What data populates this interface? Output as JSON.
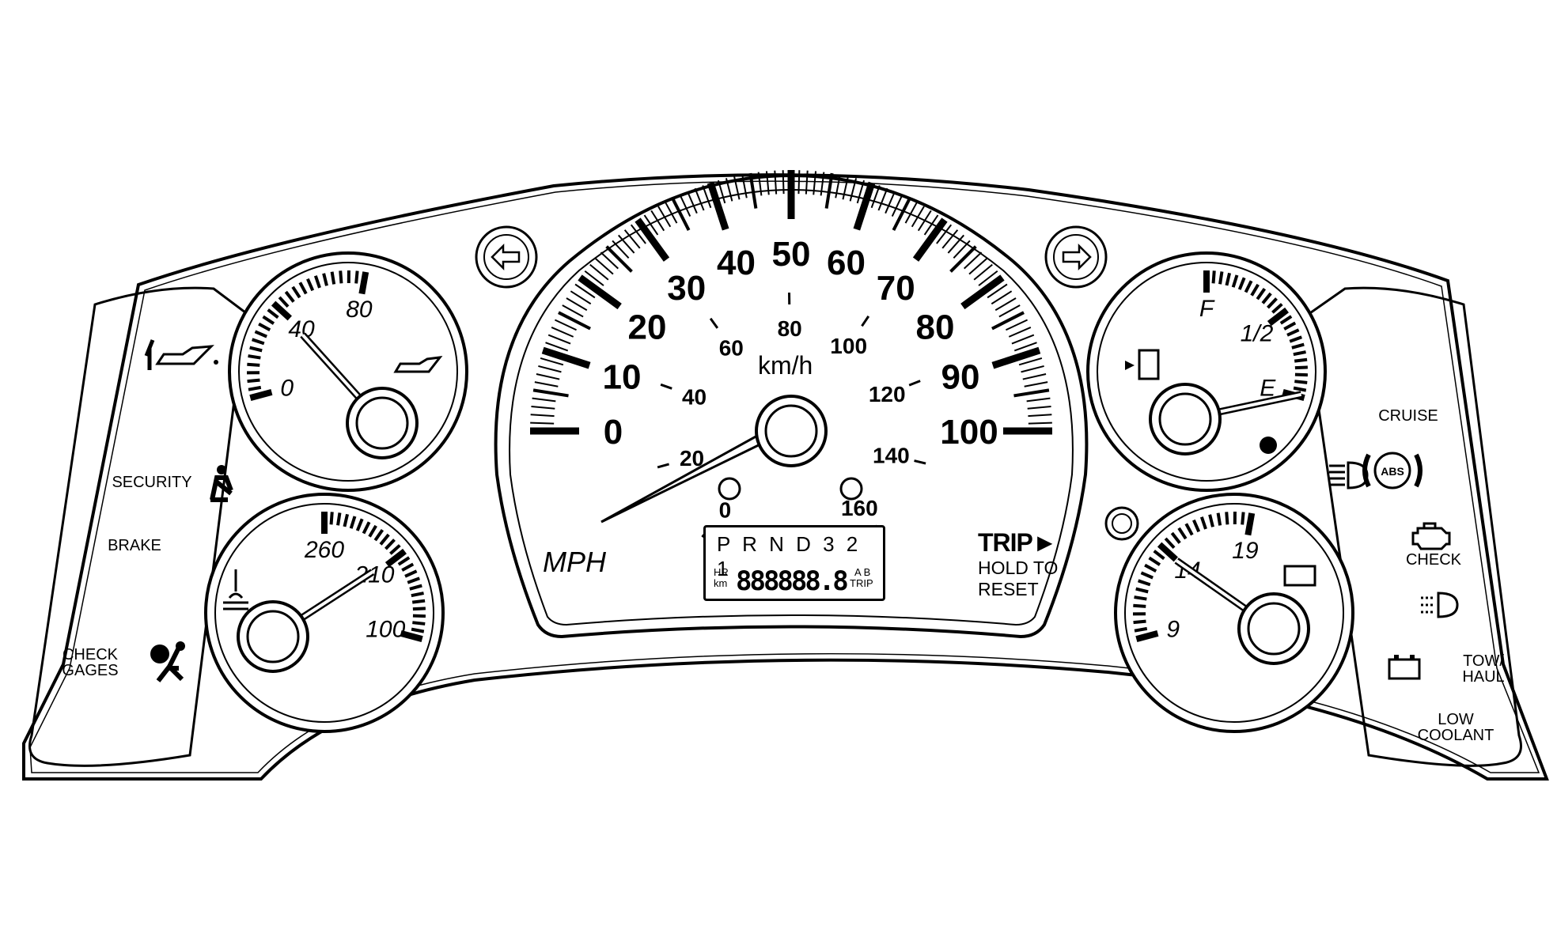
{
  "speedometer": {
    "mph_labels": [
      "0",
      "10",
      "20",
      "30",
      "40",
      "50",
      "60",
      "70",
      "80",
      "90",
      "100"
    ],
    "kmh_labels": [
      "0",
      "20",
      "40",
      "60",
      "80",
      "100",
      "120",
      "140",
      "160"
    ],
    "unit_mph": "MPH",
    "unit_kmh": "km/h"
  },
  "odometer_lcd": {
    "gears": "P R N D 3 2 1",
    "digits": "888888.8",
    "left_top": "HR",
    "left_bottom": "km",
    "right_top": "A B",
    "right_bottom": "TRIP"
  },
  "trip_button": {
    "title": "TRIP►",
    "line1": "HOLD TO",
    "line2": "RESET"
  },
  "oil_gauge": {
    "labels": [
      "0",
      "40",
      "80"
    ],
    "icon": "oil-can-icon"
  },
  "temp_gauge": {
    "labels": [
      "100",
      "210",
      "260"
    ],
    "icon": "coolant-temp-icon"
  },
  "fuel_gauge": {
    "labels": [
      "E",
      "1/2",
      "F"
    ],
    "icon": "fuel-pump-icon"
  },
  "volt_gauge": {
    "labels": [
      "9",
      "14",
      "19"
    ],
    "icon": "battery-icon"
  },
  "left_panel": {
    "security": "SECURITY",
    "brake": "BRAKE",
    "check_gages": "CHECK\nGAGES"
  },
  "right_panel": {
    "cruise": "CRUISE",
    "abs": "ABS",
    "check": "CHECK",
    "tow_haul": "TOW/\nHAUL",
    "low_coolant": "LOW\nCOOLANT"
  }
}
